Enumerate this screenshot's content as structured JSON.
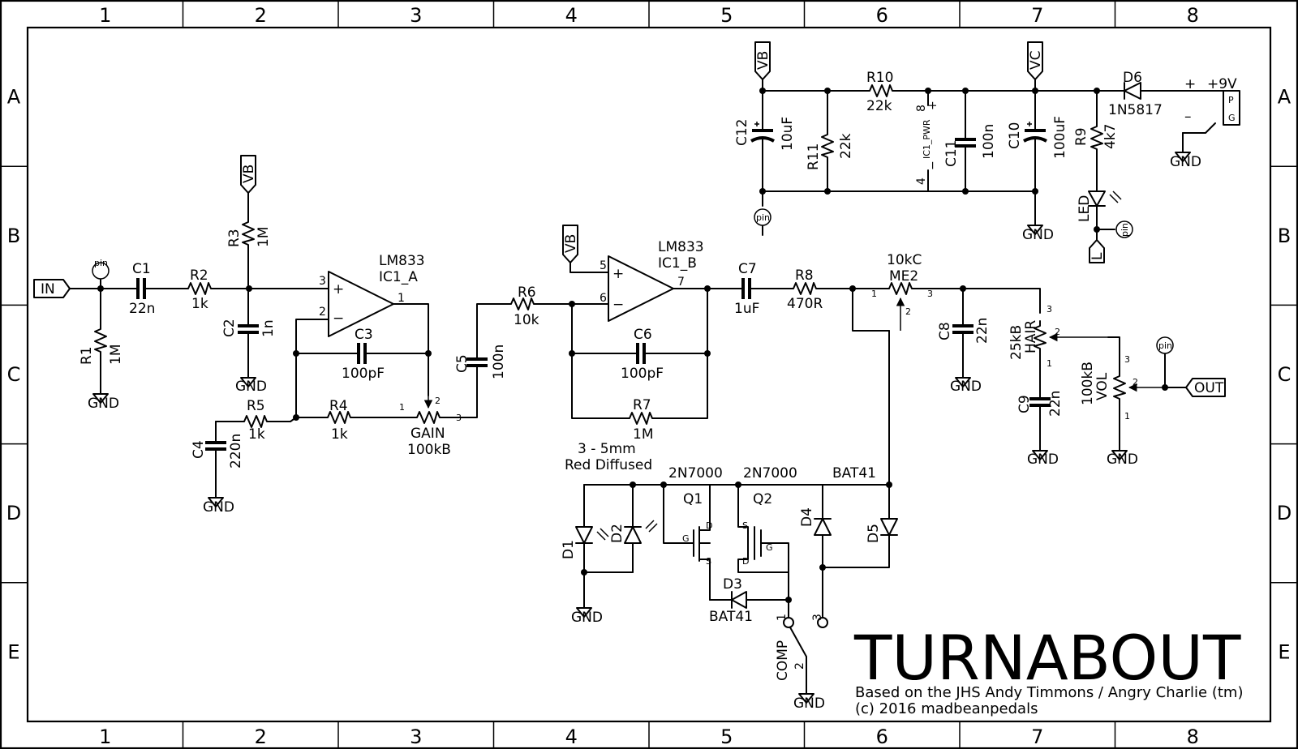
{
  "frame": {
    "columns": [
      "1",
      "2",
      "3",
      "4",
      "5",
      "6",
      "7",
      "8"
    ],
    "rows": [
      "A",
      "B",
      "C",
      "D",
      "E"
    ]
  },
  "title": {
    "main": "TURNABOUT",
    "line1": "Based on the JHS Andy Timmons / Angry Charlie (tm)",
    "line2": "(c) 2016 madbeanpedals"
  },
  "ports": {
    "in": "IN",
    "out": "OUT",
    "vb": "VB",
    "vc": "VC",
    "l": "L",
    "pin": "pin",
    "gnd": "GND"
  },
  "ic": {
    "a_part": "LM833",
    "a_name": "IC1_A",
    "b_part": "LM833",
    "b_name": "IC1_B",
    "pwr_label": "IC1_PWR",
    "pins": {
      "p1": "1",
      "p2": "2",
      "p3": "3",
      "p5": "5",
      "p6": "6",
      "p7": "7",
      "p4": "4",
      "p8": "8"
    }
  },
  "signs": {
    "plus": "+",
    "minus": "−"
  },
  "components": {
    "r1": [
      "R1",
      "1M"
    ],
    "r2": [
      "R2",
      "1k"
    ],
    "r3": [
      "R3",
      "1M"
    ],
    "r4": [
      "R4",
      "1k"
    ],
    "r5": [
      "R5",
      "1k"
    ],
    "r6": [
      "R6",
      "10k"
    ],
    "r7": [
      "R7",
      "1M"
    ],
    "r8": [
      "R8",
      "470R"
    ],
    "r9": [
      "R9",
      "4k7"
    ],
    "r10": [
      "R10",
      "22k"
    ],
    "r11": [
      "R11",
      "22k"
    ],
    "c1": [
      "C1",
      "22n"
    ],
    "c2": [
      "C2",
      "1n"
    ],
    "c3": [
      "C3",
      "100pF"
    ],
    "c4": [
      "C4",
      "220n"
    ],
    "c5": [
      "C5",
      "100n"
    ],
    "c6": [
      "C6",
      "100pF"
    ],
    "c7": [
      "C7",
      "1uF"
    ],
    "c8": [
      "C8",
      "22n"
    ],
    "c9": [
      "C9",
      "22n"
    ],
    "c10": [
      "C10",
      "100uF"
    ],
    "c11": [
      "C11",
      "100n"
    ],
    "c12": [
      "C12",
      "10uF"
    ],
    "gain": [
      "GAIN",
      "100kB"
    ],
    "me2": [
      "ME2",
      "10kC"
    ],
    "hair": [
      "HAIR",
      "25kB"
    ],
    "vol": [
      "VOL",
      "100kB"
    ],
    "d1": "D1",
    "d2": "D2",
    "d3": [
      "D3",
      "BAT41"
    ],
    "d4": "D4",
    "d5": "D5",
    "d6": [
      "D6",
      "1N5817"
    ],
    "bat41": "BAT41",
    "led": "LED",
    "q1": [
      "Q1",
      "2N7000"
    ],
    "q2": [
      "Q2",
      "2N7000"
    ],
    "comp": "COMP",
    "led_note1": "3 - 5mm",
    "led_note2": "Red Diffused"
  },
  "power": {
    "plus_sign": "+",
    "v9": "+9V",
    "minus_sign": "–",
    "jack_p": "P",
    "jack_g": "G"
  },
  "pot_pins": {
    "one": "1",
    "two": "2",
    "three": "3"
  },
  "mosfet_pins": {
    "d": "D",
    "g": "G",
    "s": "S"
  }
}
